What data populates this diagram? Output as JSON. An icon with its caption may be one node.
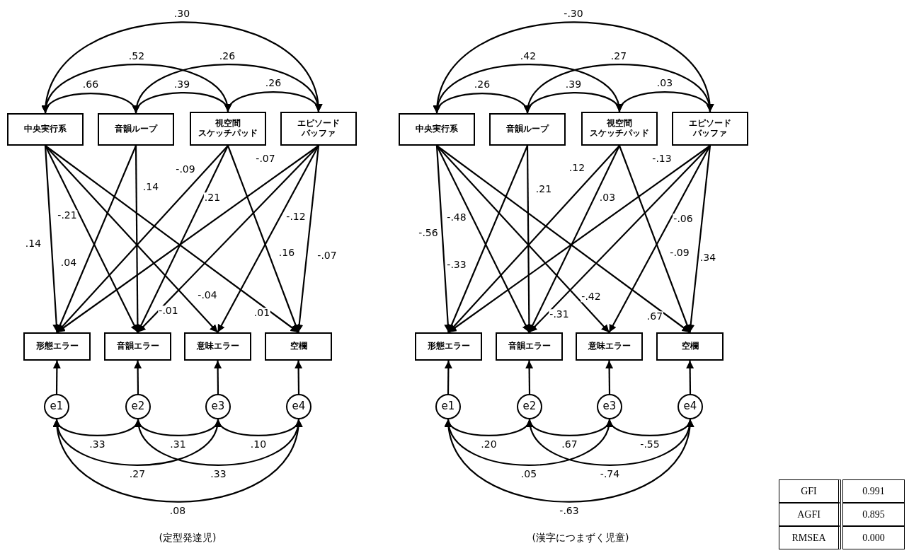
{
  "diagram": {
    "nodes": [
      {
        "text": [
          "中央実行系"
        ]
      },
      {
        "text": [
          "音韻ループ"
        ]
      },
      {
        "text": [
          "視空間スケッチパッド"
        ]
      },
      {
        "text": [
          "エピソードバッファ"
        ]
      },
      {
        "text": [
          "形態エラー"
        ]
      },
      {
        "text": [
          "音韻エラー"
        ]
      },
      {
        "text": [
          "意味エラー"
        ]
      },
      {
        "text": [
          "空欄"
        ]
      },
      {
        "text": [
          "e1"
        ]
      },
      {
        "text": [
          "e2"
        ]
      },
      {
        "text": [
          "e3"
        ]
      },
      {
        "text": [
          "e4"
        ]
      },
      {
        "text": [
          "中央実行系"
        ]
      },
      {
        "text": [
          "音韻ループ"
        ]
      },
      {
        "text": [
          "視空間スケッチパッド"
        ]
      },
      {
        "text": [
          "エピソードバッファ"
        ]
      },
      {
        "text": [
          "形態エラー"
        ]
      },
      {
        "text": [
          "音韻エラー"
        ]
      },
      {
        "text": [
          "意味エラー"
        ]
      },
      {
        "text": [
          "空欄"
        ]
      },
      {
        "text": [
          "e1"
        ]
      },
      {
        "text": [
          "e2"
        ]
      },
      {
        "text": [
          "e3"
        ]
      },
      {
        "text": [
          "e4"
        ]
      }
    ],
    "edges": [
      {
        "from": 0,
        "to": 1,
        "arrow": "both",
        "label": ".66"
      },
      {
        "from": 1,
        "to": 2,
        "arrow": "both",
        "label": ".39"
      },
      {
        "from": 2,
        "to": 3,
        "arrow": "both",
        "label": ".26"
      },
      {
        "from": 0,
        "to": 2,
        "arrow": "both",
        "label": ".52"
      },
      {
        "from": 1,
        "to": 3,
        "arrow": "both",
        "label": ".26"
      },
      {
        "from": 0,
        "to": 3,
        "arrow": "both",
        "label": ".30"
      },
      {
        "from": 0,
        "to": 4,
        "arrow": "to",
        "label": ".14"
      },
      {
        "from": 0,
        "to": 5,
        "arrow": "to",
        "label": "-.21"
      },
      {
        "from": 0,
        "to": 6,
        "arrow": "to",
        "label": "-.04"
      },
      {
        "from": 0,
        "to": 7,
        "arrow": "to",
        "label": ".01"
      },
      {
        "from": 1,
        "to": 4,
        "arrow": "to",
        "label": ".04"
      },
      {
        "from": 1,
        "to": 5,
        "arrow": "to",
        "label": ".14"
      },
      {
        "from": 2,
        "to": 4,
        "arrow": "to",
        "label": "-.09"
      },
      {
        "from": 2,
        "to": 5,
        "arrow": "to",
        "label": ".21"
      },
      {
        "from": 2,
        "to": 7,
        "arrow": "to",
        "label": ".16"
      },
      {
        "from": 3,
        "to": 4,
        "arrow": "to",
        "label": "-.07"
      },
      {
        "from": 3,
        "to": 5,
        "arrow": "to",
        "label": "-.01"
      },
      {
        "from": 3,
        "to": 6,
        "arrow": "to",
        "label": "-.12"
      },
      {
        "from": 3,
        "to": 7,
        "arrow": "to",
        "label": "-.07"
      },
      {
        "from": 8,
        "to": 4,
        "arrow": "to"
      },
      {
        "from": 9,
        "to": 5,
        "arrow": "to"
      },
      {
        "from": 10,
        "to": 6,
        "arrow": "to"
      },
      {
        "from": 11,
        "to": 7,
        "arrow": "to"
      },
      {
        "from": 8,
        "to": 9,
        "arrow": "both",
        "label": ".33"
      },
      {
        "from": 9,
        "to": 10,
        "arrow": "both",
        "label": ".31"
      },
      {
        "from": 10,
        "to": 11,
        "arrow": "both",
        "label": ".10"
      },
      {
        "from": 8,
        "to": 10,
        "arrow": "both",
        "label": ".27"
      },
      {
        "from": 9,
        "to": 11,
        "arrow": "both",
        "label": ".33"
      },
      {
        "from": 8,
        "to": 11,
        "arrow": "both",
        "label": ".08"
      },
      {
        "from": 12,
        "to": 13,
        "arrow": "both",
        "label": ".26"
      },
      {
        "from": 13,
        "to": 14,
        "arrow": "both",
        "label": ".39"
      },
      {
        "from": 14,
        "to": 15,
        "arrow": "both",
        "label": ".03"
      },
      {
        "from": 12,
        "to": 14,
        "arrow": "both",
        "label": ".42"
      },
      {
        "from": 13,
        "to": 15,
        "arrow": "both",
        "label": ".27"
      },
      {
        "from": 12,
        "to": 15,
        "arrow": "both",
        "label": "-.30"
      },
      {
        "from": 12,
        "to": 16,
        "arrow": "to",
        "label": "-.56"
      },
      {
        "from": 12,
        "to": 17,
        "arrow": "to",
        "label": "-.48"
      },
      {
        "from": 12,
        "to": 18,
        "arrow": "to",
        "label": "-.42"
      },
      {
        "from": 12,
        "to": 19,
        "arrow": "to",
        "label": ".67"
      },
      {
        "from": 13,
        "to": 16,
        "arrow": "to",
        "label": "-.33"
      },
      {
        "from": 13,
        "to": 17,
        "arrow": "to",
        "label": ".21"
      },
      {
        "from": 14,
        "to": 16,
        "arrow": "to",
        "label": ".12"
      },
      {
        "from": 14,
        "to": 17,
        "arrow": "to",
        "label": ".03"
      },
      {
        "from": 14,
        "to": 19,
        "arrow": "to",
        "label": "-.09"
      },
      {
        "from": 15,
        "to": 16,
        "arrow": "to",
        "label": "-.13"
      },
      {
        "from": 15,
        "to": 17,
        "arrow": "to",
        "label": "-.31"
      },
      {
        "from": 15,
        "to": 18,
        "arrow": "to",
        "label": "-.06"
      },
      {
        "from": 15,
        "to": 19,
        "arrow": "to",
        "label": ".34"
      },
      {
        "from": 20,
        "to": 16,
        "arrow": "to"
      },
      {
        "from": 21,
        "to": 17,
        "arrow": "to"
      },
      {
        "from": 22,
        "to": 18,
        "arrow": "to"
      },
      {
        "from": 23,
        "to": 19,
        "arrow": "to"
      },
      {
        "from": 20,
        "to": 21,
        "arrow": "both",
        "label": ".20"
      },
      {
        "from": 21,
        "to": 22,
        "arrow": "both",
        "label": ".67"
      },
      {
        "from": 22,
        "to": 23,
        "arrow": "both",
        "label": "-.55"
      },
      {
        "from": 20,
        "to": 22,
        "arrow": "both",
        "label": ".05"
      },
      {
        "from": 21,
        "to": 23,
        "arrow": "both",
        "label": "-.74"
      },
      {
        "from": 20,
        "to": 23,
        "arrow": "both",
        "label": "-.63"
      }
    ],
    "labels": [
      "(定型発達児)",
      "(漢字につまずく児童)",
      "GFI",
      "0.991",
      "AGFI",
      "0.895",
      "RMSEA",
      "0.000"
    ]
  }
}
